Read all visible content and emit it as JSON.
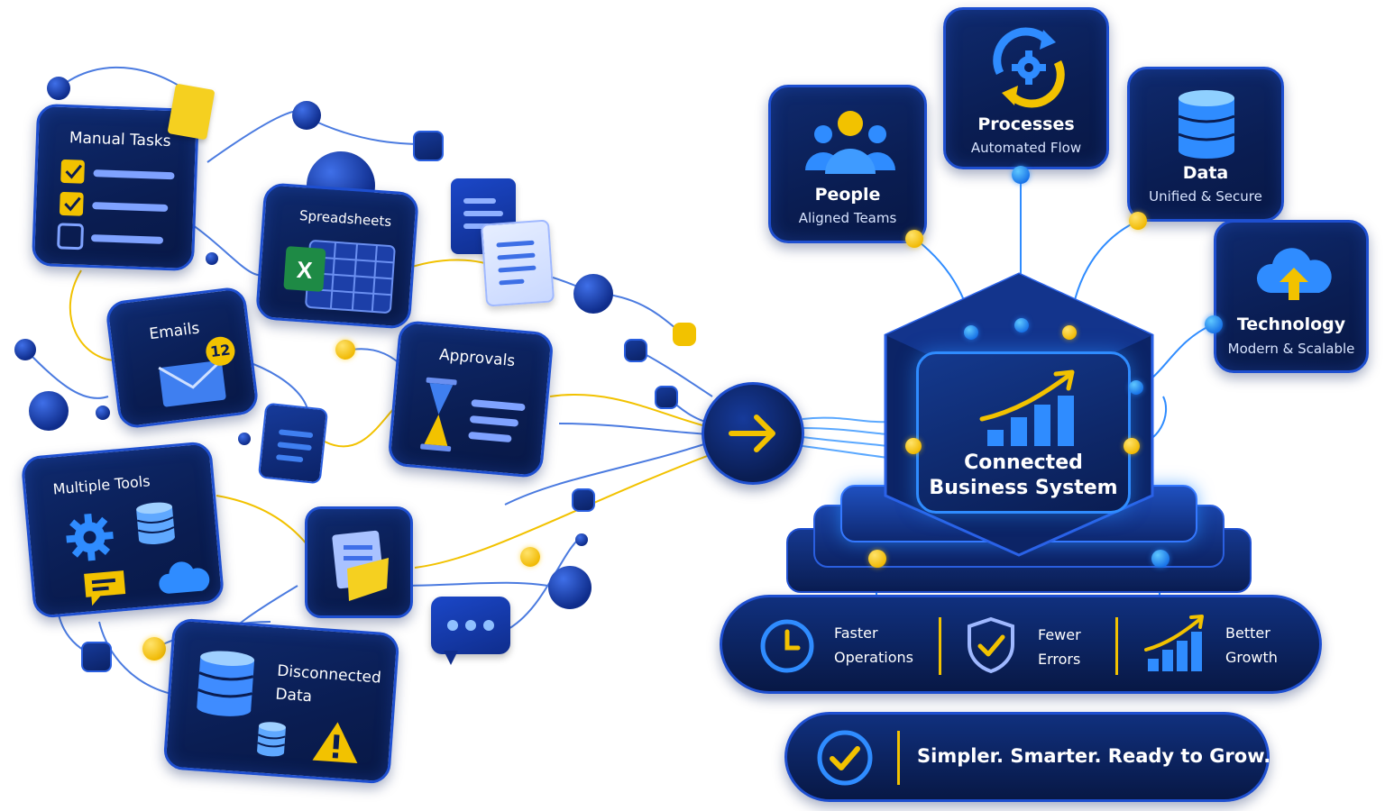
{
  "left_items": {
    "manual_tasks": "Manual Tasks",
    "spreadsheets": "Spreadsheets",
    "emails": "Emails",
    "emails_badge": "12",
    "approvals": "Approvals",
    "multiple_tools": "Multiple Tools",
    "disconnected_data_line1": "Disconnected",
    "disconnected_data_line2": "Data"
  },
  "pillars": {
    "people": {
      "title": "People",
      "subtitle": "Aligned Teams"
    },
    "processes": {
      "title": "Processes",
      "subtitle": "Automated Flow"
    },
    "data": {
      "title": "Data",
      "subtitle": "Unified & Secure"
    },
    "technology": {
      "title": "Technology",
      "subtitle": "Modern & Scalable"
    }
  },
  "core": {
    "line1": "Connected",
    "line2": "Business System"
  },
  "benefits": {
    "faster": {
      "line1": "Faster",
      "line2": "Operations"
    },
    "fewer": {
      "line1": "Fewer",
      "line2": "Errors"
    },
    "better": {
      "line1": "Better",
      "line2": "Growth"
    }
  },
  "tagline": "Simpler. Smarter. Ready to Grow.",
  "colors": {
    "navy": "#0a1d52",
    "accent_blue": "#1e4fd0",
    "yellow": "#f2c200",
    "bright_blue": "#2f8cff"
  },
  "icons": [
    "checkbox-icon",
    "spreadsheet-icon",
    "envelope-icon",
    "hourglass-icon",
    "gear-icon",
    "database-icon",
    "cloud-icon",
    "chat-icon",
    "warning-icon",
    "document-icon",
    "sticky-note-icon",
    "arrow-right-icon",
    "people-icon",
    "cycle-gear-icon",
    "cloud-upload-icon",
    "growth-chart-icon",
    "clock-icon",
    "shield-check-icon",
    "check-circle-icon"
  ]
}
